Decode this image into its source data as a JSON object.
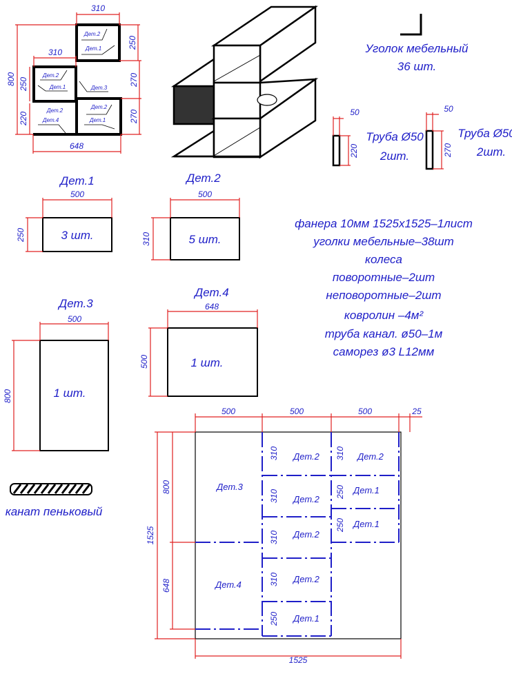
{
  "assembly": {
    "dim_top": "310",
    "dim_mid": "310",
    "dim_h": "800",
    "dim_250": "250",
    "dim_220": "220",
    "dim_w": "648",
    "dim_r1": "250",
    "dim_r2": "270",
    "dim_r3": "270",
    "labels": [
      "Дет.2",
      "Дет.1",
      "Дет.2",
      "Дет.1",
      "Дет.3",
      "Дет.2",
      "Дет.4",
      "Дет.2",
      "Дет.1"
    ]
  },
  "corner": {
    "title": "Уголок мебельный",
    "qty": "36 шт."
  },
  "pipes": [
    {
      "dim_d": "50",
      "dim_l": "220",
      "title": "Труба Ø50",
      "qty": "2шт."
    },
    {
      "dim_d": "50",
      "dim_l": "270",
      "title": "Труба Ø50",
      "qty": "2шт."
    }
  ],
  "parts": [
    {
      "label": "Дет.1",
      "w": "500",
      "h": "250",
      "qty": "3 шт."
    },
    {
      "label": "Дет.2",
      "w": "500",
      "h": "310",
      "qty": "5 шт."
    },
    {
      "label": "Дет.3",
      "w": "500",
      "h": "800",
      "qty": "1 шт."
    },
    {
      "label": "Дет.4",
      "w": "648",
      "h": "500",
      "qty": "1 шт."
    }
  ],
  "materials": [
    "фанера 10мм 1525x1525–1лист",
    "уголки мебельные–38шт",
    "колеса",
    "поворотные–2шт",
    "неповоротные–2шт",
    "ковролин –4м²",
    "труба канал. ø50–1м",
    "саморез ø3 L12мм"
  ],
  "rope": {
    "label": "канат пеньковый"
  },
  "sheet": {
    "top_dims": [
      "500",
      "500",
      "500",
      "25"
    ],
    "left_dims": [
      "1525",
      "800",
      "648"
    ],
    "bottom_dim": "1525",
    "labels": [
      "Дет.3",
      "Дет.4",
      "Дет.2",
      "Дет.2",
      "Дет.2",
      "Дет.2",
      "Дет.1",
      "Дет.2",
      "Дет.1",
      "Дет.1"
    ],
    "row_dims": [
      "310",
      "310",
      "310",
      "310",
      "250",
      "310",
      "250",
      "250"
    ]
  }
}
